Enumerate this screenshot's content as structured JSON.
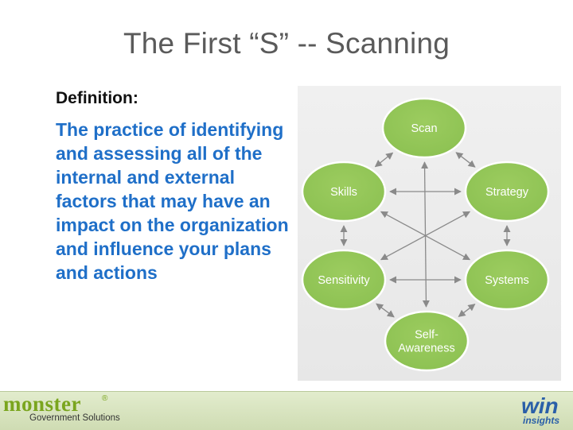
{
  "slide": {
    "title": "The First “S” -- Scanning",
    "definition_label": "Definition:",
    "definition_text": "The practice of identifying and assessing all of the internal and external factors that may have an impact on the organization and influence your plans and actions"
  },
  "diagram": {
    "nodes": [
      {
        "id": "scan",
        "label_lines": [
          "Scan"
        ]
      },
      {
        "id": "skills",
        "label_lines": [
          "Skills"
        ]
      },
      {
        "id": "strategy",
        "label_lines": [
          "Strategy"
        ]
      },
      {
        "id": "sensitivity",
        "label_lines": [
          "Sensitivity"
        ]
      },
      {
        "id": "systems",
        "label_lines": [
          "Systems"
        ]
      },
      {
        "id": "self-awareness",
        "label_lines": [
          "Self-",
          "Awareness"
        ]
      }
    ],
    "connections": [
      {
        "from": "scan",
        "to": "skills"
      },
      {
        "from": "scan",
        "to": "strategy"
      },
      {
        "from": "skills",
        "to": "sensitivity"
      },
      {
        "from": "strategy",
        "to": "systems"
      },
      {
        "from": "sensitivity",
        "to": "self-awareness"
      },
      {
        "from": "systems",
        "to": "self-awareness"
      },
      {
        "from": "skills",
        "to": "strategy"
      },
      {
        "from": "sensitivity",
        "to": "systems"
      },
      {
        "from": "scan",
        "to": "self-awareness"
      },
      {
        "from": "skills",
        "to": "systems"
      },
      {
        "from": "strategy",
        "to": "sensitivity"
      }
    ],
    "colors": {
      "node_fill": "#8cc152",
      "node_edge": "#7cb342",
      "arrow": "#8a8a8a",
      "label": "#ffffff"
    }
  },
  "footer": {
    "brand": "monster",
    "brand_mark": "®",
    "brand_sub": "Government Solutions",
    "logo_main": "win",
    "logo_sub": "insights"
  }
}
